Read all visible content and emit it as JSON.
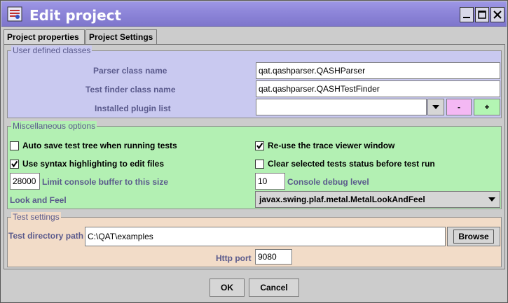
{
  "window": {
    "title": "Edit project",
    "controls": {
      "minimize": "minimize-icon",
      "maximize": "maximize-icon",
      "close": "close-icon"
    }
  },
  "tabs": [
    {
      "label": "Project properties",
      "active": false
    },
    {
      "label": "Project Settings",
      "active": true
    }
  ],
  "user_defined_classes": {
    "legend": "User defined classes",
    "parser_label": "Parser class name",
    "parser_value": "qat.qashparser.QASHParser",
    "testfinder_label": "Test finder class name",
    "testfinder_value": "qat.qashparser.QASHTestFinder",
    "plugin_label": "Installed plugin list",
    "plugin_value": "",
    "minus_label": "-",
    "plus_label": "+"
  },
  "misc_options": {
    "legend": "Miscellaneous options",
    "auto_save_label": "Auto save test tree when running tests",
    "auto_save_checked": false,
    "reuse_trace_label": "Re-use the trace viewer window",
    "reuse_trace_checked": true,
    "syntax_label": "Use syntax highlighting to edit files",
    "syntax_checked": true,
    "clear_status_label": "Clear selected tests status before test run",
    "clear_status_checked": false,
    "console_buffer_value": "28000",
    "console_buffer_label": "Limit console buffer to this size",
    "debug_level_value": "10",
    "debug_level_label": "Console debug level",
    "laf_label": "Look and Feel",
    "laf_value": "javax.swing.plaf.metal.MetalLookAndFeel"
  },
  "test_settings": {
    "legend": "Test settings",
    "dir_label": "Test directory path",
    "dir_value": "C:\\QAT\\examples",
    "browse_label": "Browse",
    "http_label": "Http port",
    "http_value": "9080"
  },
  "dialog_buttons": {
    "ok": "OK",
    "cancel": "Cancel"
  },
  "colors": {
    "title_bar": "#8f87da",
    "user_classes_bg": "#c9c9f0",
    "misc_bg": "#b3f0b3",
    "test_settings_bg": "#f2dcc8",
    "label_text": "#5a5a8c",
    "minus_button": "#f4b8f4",
    "plus_button": "#b3f5b3"
  }
}
